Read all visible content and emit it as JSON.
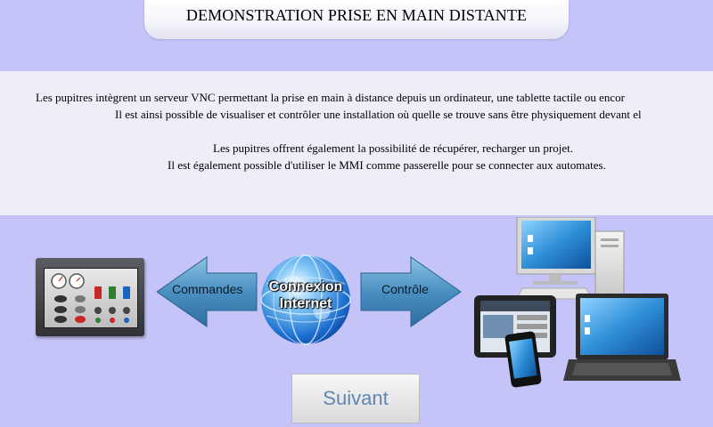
{
  "header": {
    "title": "DEMONSTRATION PRISE EN MAIN DISTANTE"
  },
  "info": {
    "line1": "Les pupitres intègrent un serveur VNC permettant la prise en main à distance depuis un ordinateur, une tablette tactile ou encor",
    "line2": "Il est ainsi possible de visualiser et contrôler une installation où quelle se trouve sans être physiquement devant el",
    "line3": "Les pupitres offrent également la possibilité de récupérer, recharger un projet.",
    "line4": "Il est également possible d'utiliser le MMI comme passerelle pour se connecter aux automates."
  },
  "diagram": {
    "left_arrow_label": "Commandes",
    "right_arrow_label": "Contrôle",
    "globe_label_line1": "Connexion",
    "globe_label_line2": "Internet"
  },
  "footer": {
    "next_button": "Suivant"
  }
}
